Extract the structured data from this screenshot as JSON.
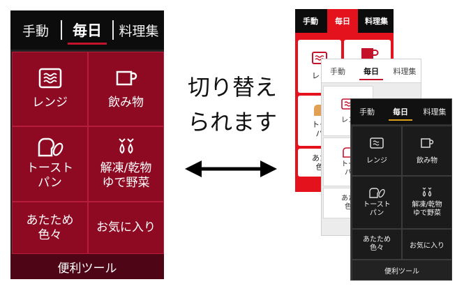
{
  "main_screen": {
    "tabs": [
      "手動",
      "毎日",
      "料理集"
    ],
    "active_tab": "毎日",
    "tiles": {
      "range_label": "レンジ",
      "drink_label": "飲み物",
      "toast_label": "トースト\nパン",
      "defrost_label": "解凍/乾物\nゆで野菜",
      "warm_label": "あたため\n色々",
      "favorite_label": "お気に入り"
    },
    "bottom_label": "便利ツール"
  },
  "caption": {
    "line1": "切り替え",
    "line2": "られます"
  },
  "themes": {
    "red": {
      "tabs": [
        "手動",
        "毎日",
        "料理集"
      ],
      "tile_range": "レン",
      "tile_toast": "トー\nパ",
      "tile_warm": "あた\n色"
    },
    "white": {
      "tabs": [
        "手動",
        "毎日",
        "料理集"
      ],
      "tile_range": "レン",
      "tile_toast": "トー\nパ",
      "tile_warm": "あた\n色"
    },
    "dark": {
      "tabs": [
        "手動",
        "毎日",
        "料理集"
      ],
      "range_label": "レンジ",
      "drink_label": "飲み物",
      "toast_label": "トースト\nパン",
      "defrost_label": "解凍/乾物\nゆで野菜",
      "warm_label": "あたため\n色々",
      "favorite_label": "お気に入り",
      "bottom_label": "便利ツール"
    }
  },
  "colors": {
    "accent_red": "#c4122a",
    "tile_red": "#8e0a23",
    "bottom_dark_red": "#4e0516",
    "theme_red": "#e3121c",
    "theme_dark": "#2e2e2e",
    "accent_gold": "#e0a21a"
  },
  "icons": [
    "range-wave-icon",
    "cup-icon",
    "toast-bread-icon",
    "defrost-drops-icon",
    "double-arrow-icon"
  ]
}
